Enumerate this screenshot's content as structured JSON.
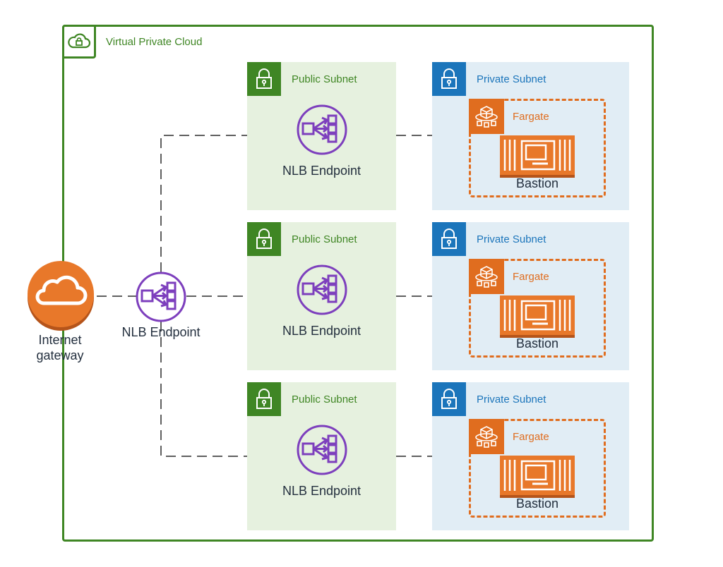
{
  "vpc": {
    "label": "Virtual Private Cloud"
  },
  "gateway": {
    "label": "Internet\ngateway"
  },
  "main_endpoint": {
    "label": "NLB Endpoint"
  },
  "public_subnets": [
    {
      "label": "Public Subnet",
      "endpoint_label": "NLB Endpoint"
    },
    {
      "label": "Public Subnet",
      "endpoint_label": "NLB Endpoint"
    },
    {
      "label": "Public Subnet",
      "endpoint_label": "NLB Endpoint"
    }
  ],
  "private_subnets": [
    {
      "label": "Private Subnet",
      "fargate_label": "Fargate",
      "service_label": "Bastion"
    },
    {
      "label": "Private Subnet",
      "fargate_label": "Fargate",
      "service_label": "Bastion"
    },
    {
      "label": "Private Subnet",
      "fargate_label": "Fargate",
      "service_label": "Bastion"
    }
  ],
  "colors": {
    "vpc_green": "#3f8624",
    "public_fill": "#e6f1df",
    "private_blue": "#1b75bb",
    "private_fill": "#e1edf5",
    "fargate_orange": "#e06d1f",
    "nlb_purple": "#7d3fbd",
    "connector_gray": "#5f5f5f"
  },
  "icons": [
    "cloud-lock-icon",
    "padlock-icon",
    "elb-network-icon",
    "fargate-icon",
    "container-icon",
    "internet-gateway-icon"
  ]
}
